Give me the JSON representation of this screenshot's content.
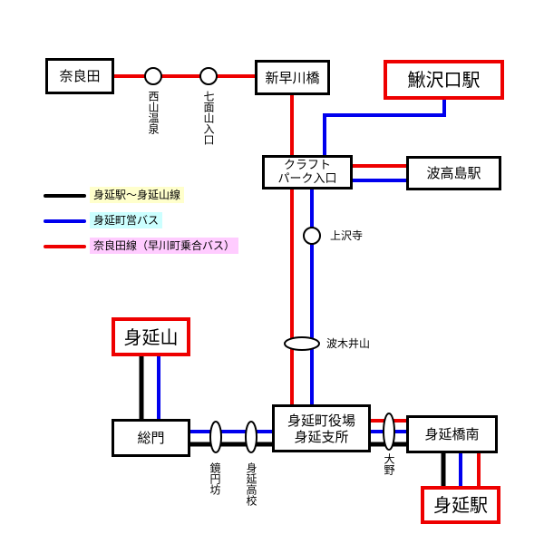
{
  "colors": {
    "minobu_line": "#000000",
    "town_bus": "#0000ee",
    "narada_line": "#ee0000",
    "legend_bg_black": "#ffffcc",
    "legend_bg_blue": "#ccffff",
    "legend_bg_red": "#ffccff"
  },
  "legend": [
    {
      "color": "black",
      "label": "身延駅～身延山線"
    },
    {
      "color": "blue",
      "label": "身延町営バス"
    },
    {
      "color": "red",
      "label": "奈良田線（早川町乗合バス）"
    }
  ],
  "stations": {
    "narada": "奈良田",
    "shinhayakawa": "新早川橋",
    "kajikazawaguchi": "鰍沢口駅",
    "craft_park_line1": "クラフト",
    "craft_park_line2": "パーク入口",
    "hadakajima": "波高島駅",
    "minobusan": "身延山",
    "somon": "総門",
    "yakuba_line1": "身延町役場",
    "yakuba_line2": "身延支所",
    "minobubashi_minami": "身延橋南",
    "minobu_station": "身延駅"
  },
  "stops": {
    "nishiyama_onsen": "西山温泉",
    "shichimenzan_iriguchi": "七面山入口",
    "kamisawadera": "上沢寺",
    "hakiiyama": "波木井山",
    "kyoenbo": "鏡円坊",
    "minobu_koko": "身延高校",
    "ono": "大野"
  }
}
